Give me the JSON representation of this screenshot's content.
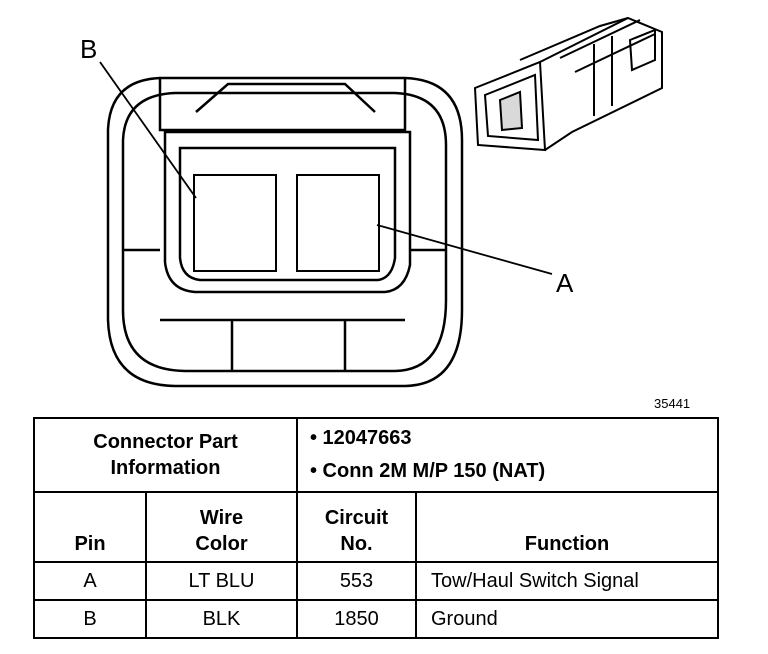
{
  "diagram": {
    "callout_b": "B",
    "callout_a": "A",
    "figure_number": "35441"
  },
  "connector_info": {
    "header_label_line1": "Connector Part",
    "header_label_line2": "Information",
    "bullet_1": "• 12047663",
    "bullet_2": "• Conn 2M M/P 150 (NAT)"
  },
  "columns": {
    "pin": "Pin",
    "wire_color_line1": "Wire",
    "wire_color_line2": "Color",
    "circuit_line1": "Circuit",
    "circuit_line2": "No.",
    "function": "Function"
  },
  "rows": [
    {
      "pin": "A",
      "wire_color": "LT BLU",
      "circuit": "553",
      "function": "Tow/Haul Switch Signal"
    },
    {
      "pin": "B",
      "wire_color": "BLK",
      "circuit": "1850",
      "function": "Ground"
    }
  ]
}
